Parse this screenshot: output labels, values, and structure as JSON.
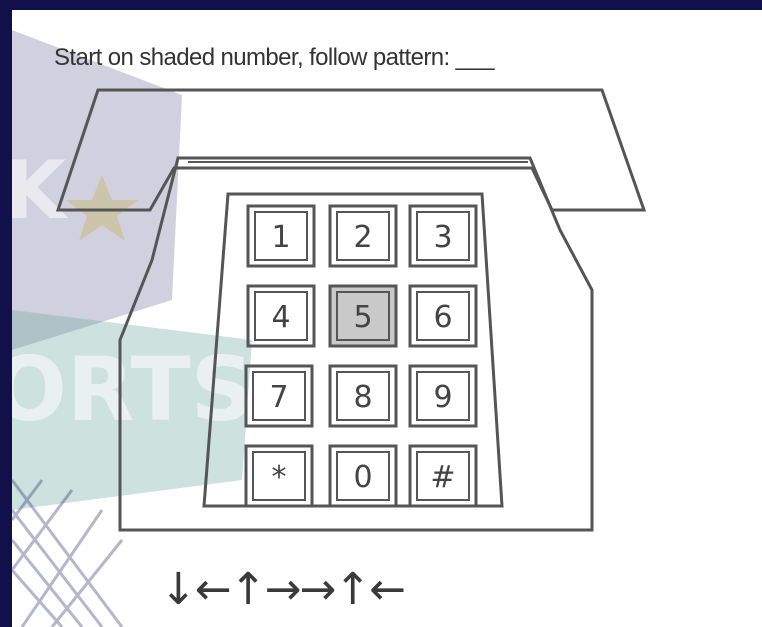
{
  "instruction": "Start on shaded  number, follow pattern: ___",
  "keypad": {
    "keys": [
      "1",
      "2",
      "3",
      "4",
      "5",
      "6",
      "7",
      "8",
      "9",
      "*",
      "0",
      "#"
    ],
    "shaded_key": "5"
  },
  "pattern_arrows": "↓←↑→→↑←",
  "watermark": {
    "text_left": "K",
    "text_mid": "ORTS"
  },
  "colors": {
    "background": "#12104a",
    "watermark_panel": "#2c2a6a",
    "watermark_teal": "#6fa9a0",
    "shaded_key": "#c9c9c9",
    "line": "#555555"
  }
}
